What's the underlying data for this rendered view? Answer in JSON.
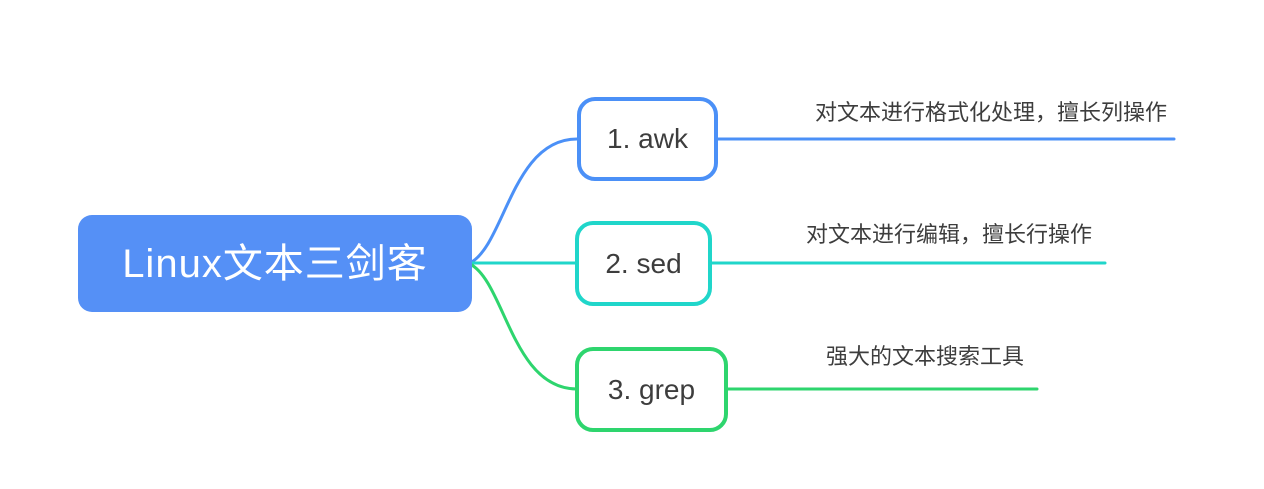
{
  "diagram": {
    "background_color": "#FFFFFF",
    "node_text_color": "#3D3D3D",
    "root": {
      "label": "Linux文本三剑客",
      "fill_color": "#5590F6",
      "text_color": "#FFFFFF"
    },
    "branches": [
      {
        "id": "awk",
        "label": "1. awk",
        "description": "对文本进行格式化处理，擅长列操作",
        "color": "#4B90F7"
      },
      {
        "id": "sed",
        "label": "2. sed",
        "description": "对文本进行编辑，擅长行操作",
        "color": "#20D6CA"
      },
      {
        "id": "grep",
        "label": "3. grep",
        "description": "强大的文本搜索工具",
        "color": "#2ED56E"
      }
    ]
  }
}
